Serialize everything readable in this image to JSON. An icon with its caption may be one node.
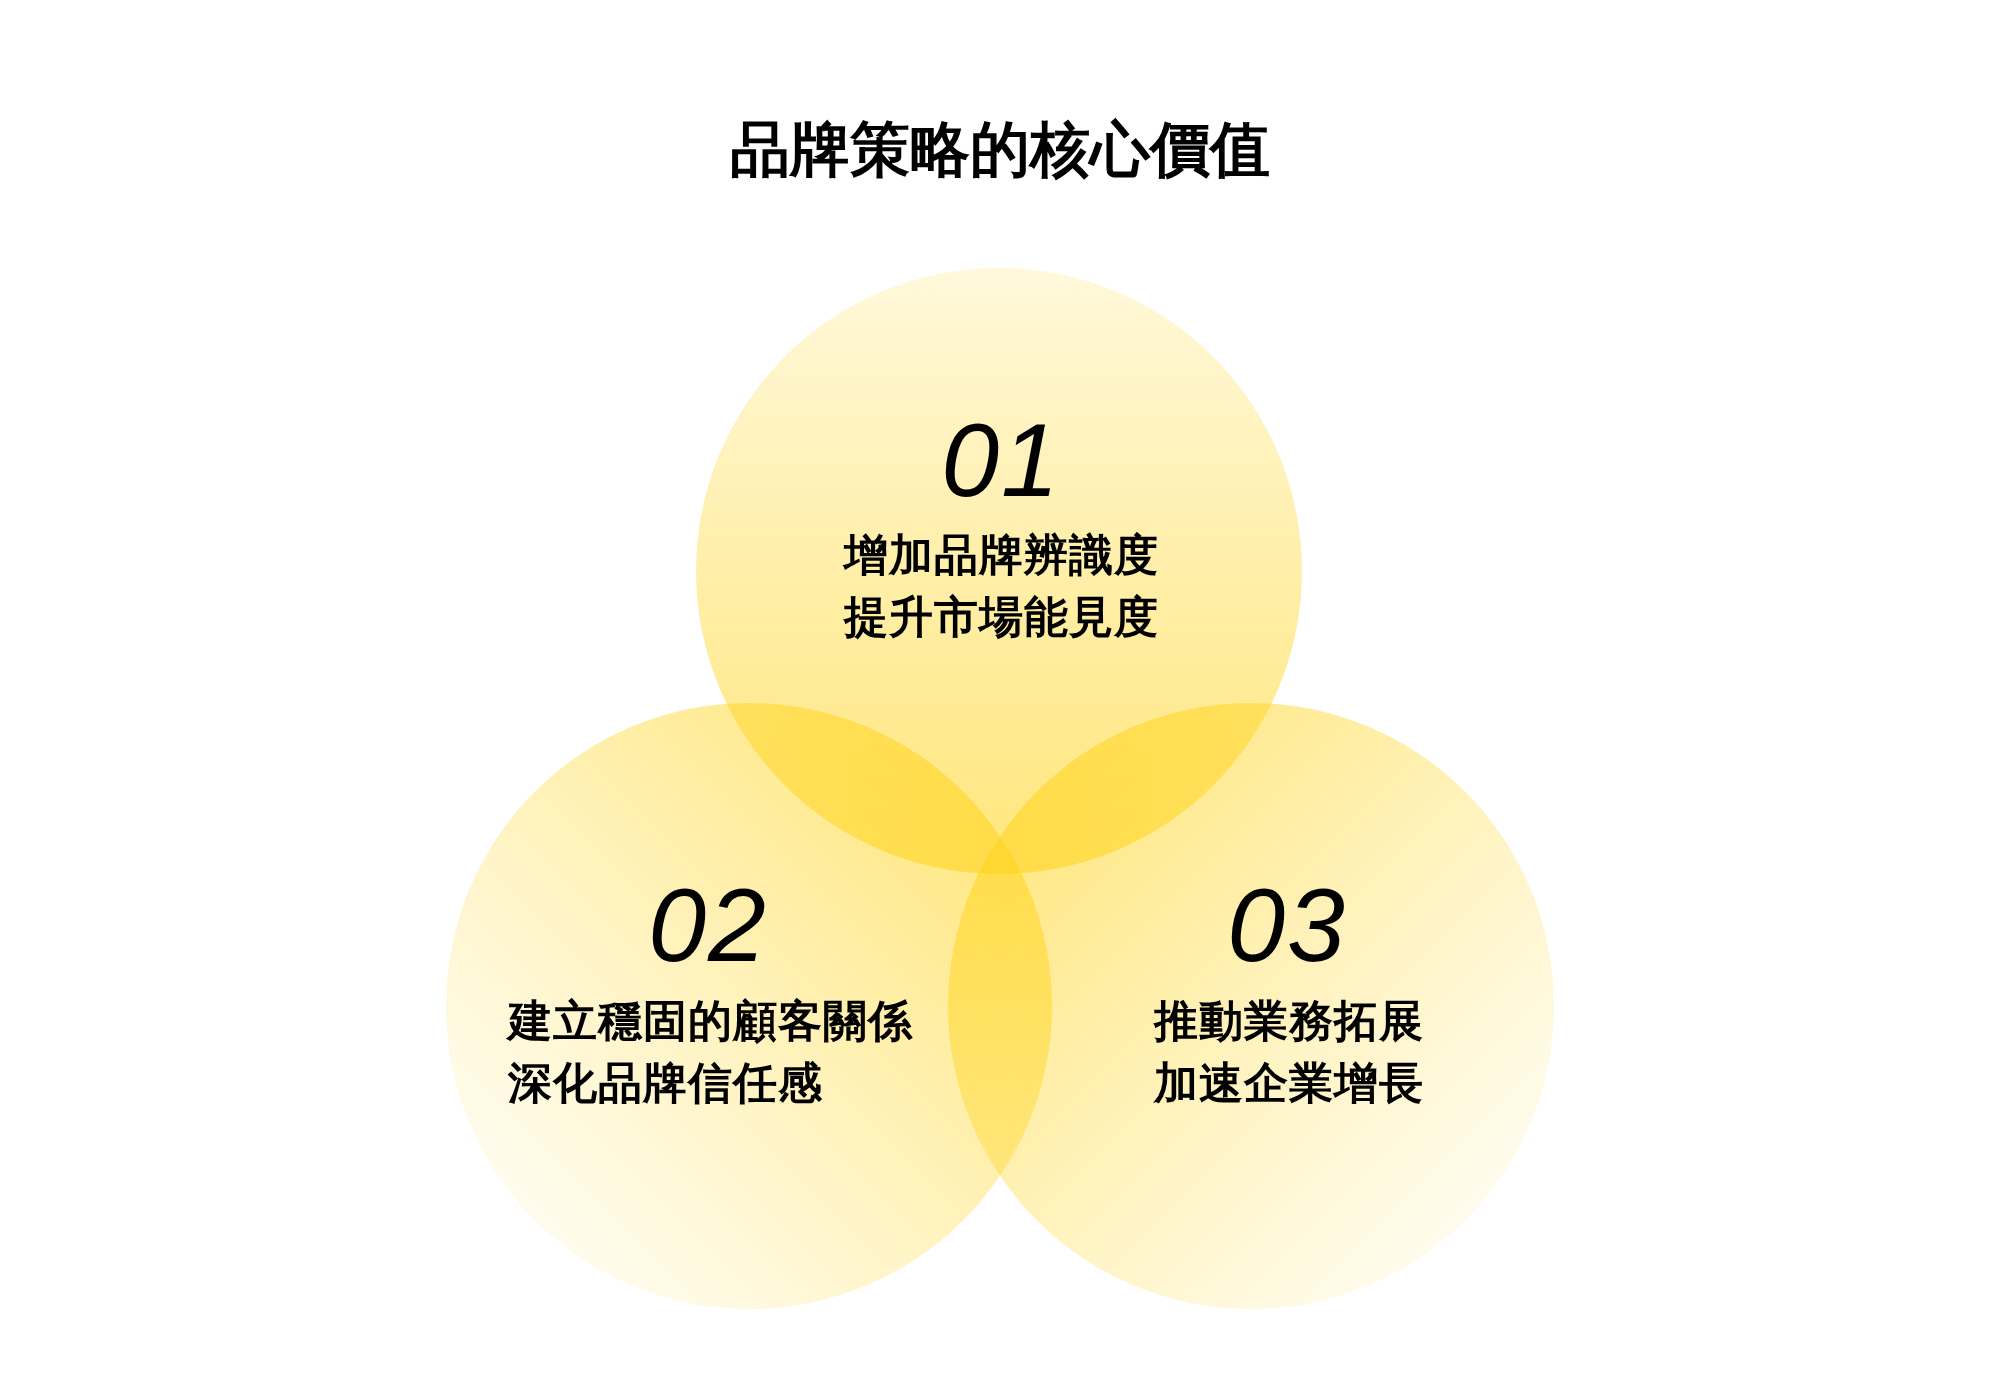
{
  "diagram": {
    "title": "品牌策略的核心價值",
    "nodes": [
      {
        "text": [
          "01",
          "增加品牌辨識度",
          "提升市場能見度"
        ]
      },
      {
        "text": [
          "02",
          "建立穩固的顧客關係",
          "深化品牌信任感"
        ]
      },
      {
        "text": [
          "03",
          "推動業務拓展",
          "加速企業增長"
        ]
      }
    ]
  }
}
